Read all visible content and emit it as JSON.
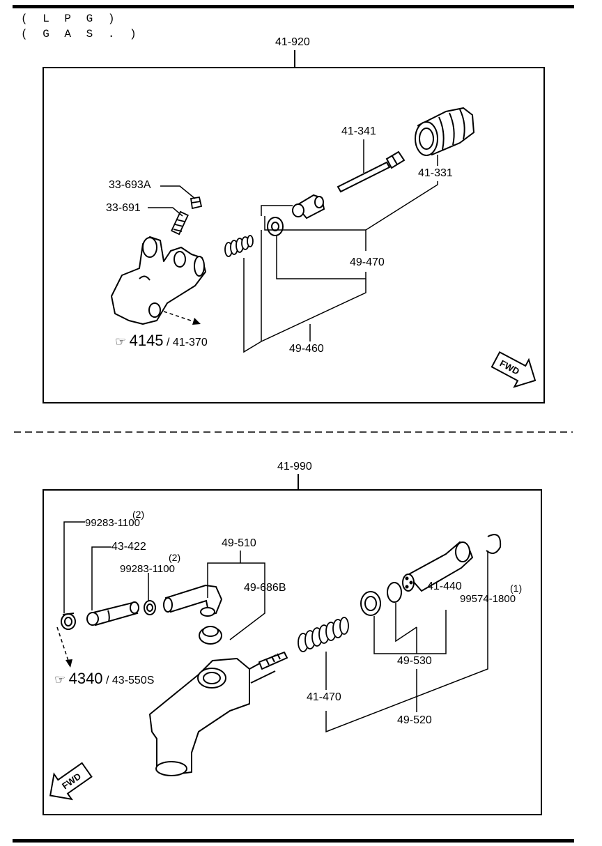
{
  "header": {
    "line1": "( L P G )",
    "line2": "( G A S . )"
  },
  "upper": {
    "assembly": "41-920",
    "parts": {
      "p_33693a": "33-693A",
      "p_33691": "33-691",
      "p_41341": "41-341",
      "p_41331": "41-331",
      "p_49470": "49-470",
      "p_49460": "49-460"
    },
    "reference": {
      "page": "4145",
      "separator": "/",
      "part": "41-370"
    },
    "fwd": "FWD"
  },
  "lower": {
    "assembly": "41-990",
    "parts": {
      "p_99283a": "99283-1100",
      "p_99283a_qty": "(2)",
      "p_43422": "43-422",
      "p_99283b": "99283-1100",
      "p_99283b_qty": "(2)",
      "p_49510": "49-510",
      "p_49686b": "49-686B",
      "p_41440": "41-440",
      "p_99574": "99574-1800",
      "p_99574_qty": "(1)",
      "p_49530": "49-530",
      "p_41470": "41-470",
      "p_49520": "49-520"
    },
    "reference": {
      "page": "4340",
      "separator": "/",
      "part": "43-550S"
    },
    "fwd": "FWD"
  },
  "icons": {
    "reference": "pointing-hand-icon",
    "forward": "fwd-arrow-icon"
  }
}
